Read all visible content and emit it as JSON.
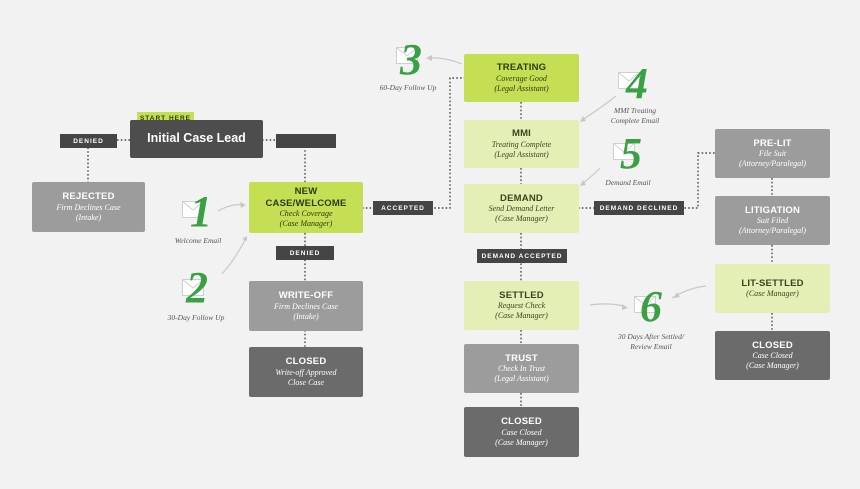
{
  "colors": {
    "background": "#f2f2f2",
    "dark_box": "#4d4d4d",
    "grey_box": "#9c9c9c",
    "green_box": "#c5df55",
    "light_green_box": "#e4efb6",
    "step_number": "#3aa044"
  },
  "start_label": "START HERE",
  "boxes": {
    "initial_lead": {
      "title": "Initial Case Lead",
      "lines": []
    },
    "rejected": {
      "title": "REJECTED",
      "lines": [
        "Firm Declines Case",
        "(Intake)"
      ]
    },
    "new_case": {
      "title": "NEW CASE/WELCOME",
      "lines": [
        "Check Coverage",
        "(Case Manager)"
      ]
    },
    "write_off": {
      "title": "WRITE-OFF",
      "lines": [
        "Firm Declines Case",
        "(Intake)"
      ]
    },
    "closed_writeoff": {
      "title": "CLOSED",
      "lines": [
        "Write-off Approved",
        "Close Case"
      ]
    },
    "treating": {
      "title": "TREATING",
      "lines": [
        "Coverage Good",
        "(Legal Assistant)"
      ]
    },
    "mmi": {
      "title": "MMI",
      "lines": [
        "Treating Complete",
        "(Legal Assistant)"
      ]
    },
    "demand": {
      "title": "DEMAND",
      "lines": [
        "Send Demand Letter",
        "(Case Manager)"
      ]
    },
    "settled": {
      "title": "SETTLED",
      "lines": [
        "Request Check",
        "(Case Manager)"
      ]
    },
    "trust": {
      "title": "TRUST",
      "lines": [
        "Check In Trust",
        "(Legal Assistant)"
      ]
    },
    "closed_trust": {
      "title": "CLOSED",
      "lines": [
        "Case Closed",
        "(Case Manager)"
      ]
    },
    "pre_lit": {
      "title": "PRE-LIT",
      "lines": [
        "File Suit",
        "(Attorney/Paralegal)"
      ]
    },
    "litigation": {
      "title": "LITIGATION",
      "lines": [
        "Suit Filed",
        "(Attorney/Paralegal)"
      ]
    },
    "lit_settled": {
      "title": "LIT-SETTLED",
      "lines": [
        "(Case Manager)"
      ]
    },
    "closed_lit": {
      "title": "CLOSED",
      "lines": [
        "Case Closed",
        "(Case Manager)"
      ]
    }
  },
  "tags": {
    "denied_left": "DENIED",
    "accepted": "ACCEPTED",
    "denied_below": "DENIED",
    "demand_accepted": "DEMAND ACCEPTED",
    "demand_declined": "DEMAND DECLINED"
  },
  "steps": [
    {
      "number": "1",
      "caption": [
        "Welcome Email"
      ]
    },
    {
      "number": "2",
      "caption": [
        "30-Day Follow Up"
      ]
    },
    {
      "number": "3",
      "caption": [
        "60-Day Follow Up"
      ]
    },
    {
      "number": "4",
      "caption": [
        "MMI Treating",
        "Complete Email"
      ]
    },
    {
      "number": "5",
      "caption": [
        "Demand Email"
      ]
    },
    {
      "number": "6",
      "caption": [
        "30 Days After Settled/",
        "Review Email"
      ]
    }
  ]
}
